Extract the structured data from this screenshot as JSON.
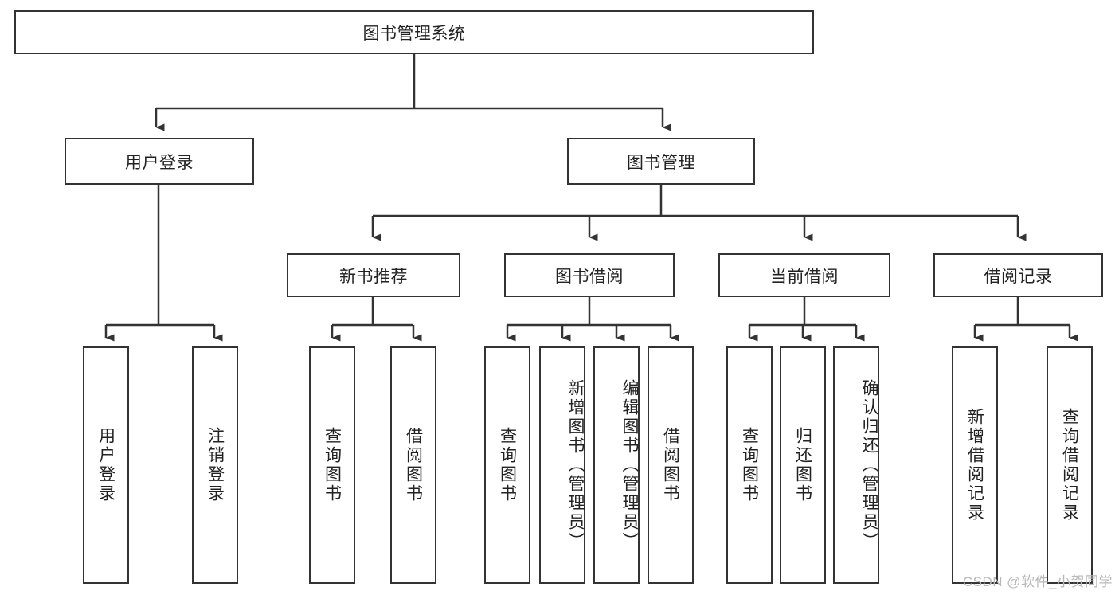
{
  "diagram": {
    "title": "图书管理系统",
    "type": "tree-hierarchy-diagram",
    "root": {
      "label": "图书管理系统"
    },
    "level2": [
      {
        "label": "用户登录"
      },
      {
        "label": "图书管理"
      }
    ],
    "level3": [
      {
        "label": "新书推荐"
      },
      {
        "label": "图书借阅"
      },
      {
        "label": "当前借阅"
      },
      {
        "label": "借阅记录"
      }
    ],
    "leaves": {
      "user_login": [
        {
          "label": "用户登录"
        },
        {
          "label": "注销登录"
        }
      ],
      "new_book_recommend": [
        {
          "label": "查询图书"
        },
        {
          "label": "借阅图书"
        }
      ],
      "book_borrow": [
        {
          "label": "查询图书"
        },
        {
          "label": "新增图书（管理员）"
        },
        {
          "label": "编辑图书（管理员）"
        },
        {
          "label": "借阅图书"
        }
      ],
      "current_borrow": [
        {
          "label": "查询图书"
        },
        {
          "label": "归还图书"
        },
        {
          "label": "确认归还（管理员）"
        }
      ],
      "borrow_record": [
        {
          "label": "新增借阅记录"
        },
        {
          "label": "查询借阅记录"
        }
      ]
    }
  },
  "watermark": {
    "text": "CSDN @软件_小贺同学"
  },
  "colors": {
    "stroke": "#333333",
    "background": "#ffffff",
    "text": "#222222",
    "watermark": "#b8b8b8"
  }
}
